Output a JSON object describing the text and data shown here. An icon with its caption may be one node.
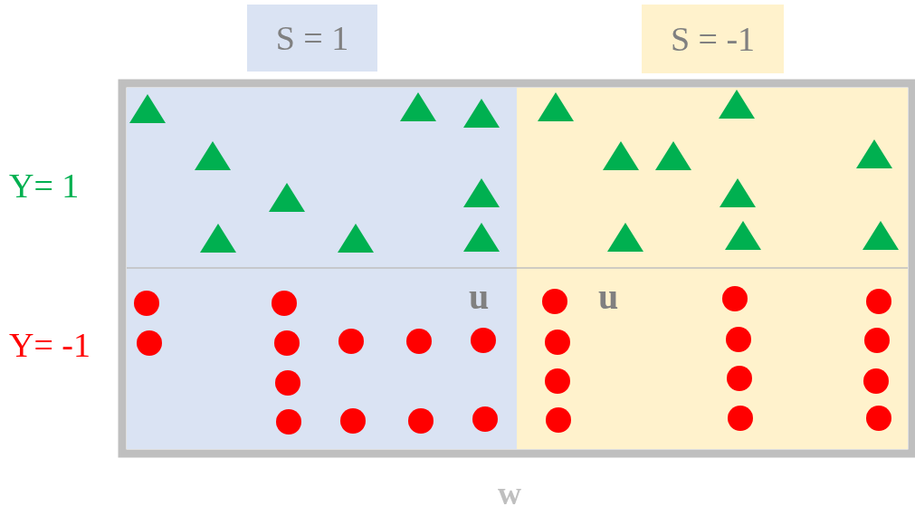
{
  "diagram": {
    "labels": [
      "S =  1",
      "S =  -1",
      "Y=  1",
      "Y= -1",
      "u",
      "u",
      "w"
    ]
  }
}
